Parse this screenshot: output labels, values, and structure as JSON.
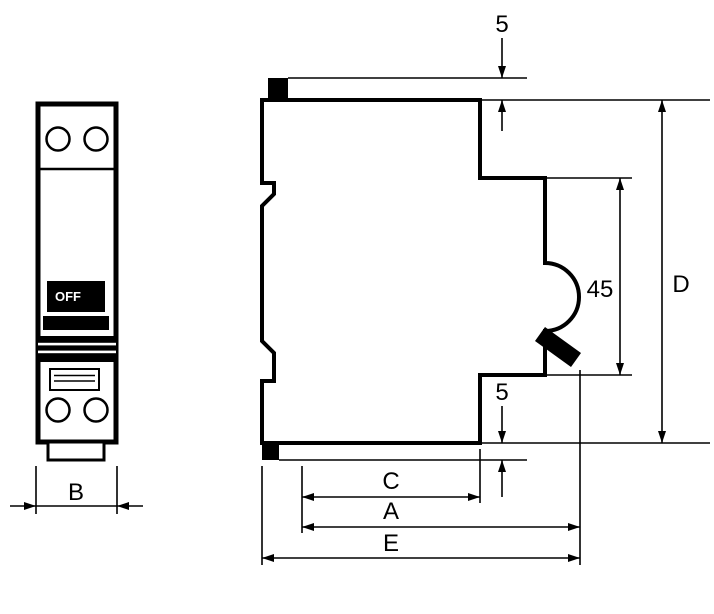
{
  "colors": {
    "ink": "#000000",
    "paper": "#ffffff"
  },
  "views": {
    "front": {
      "toggle_label": "OFF"
    }
  },
  "dimensions": {
    "front_width": {
      "label": "B"
    },
    "top_clamp_offset": {
      "label": "5"
    },
    "recess_height": {
      "label": "45"
    },
    "overall_height": {
      "label": "D"
    },
    "bottom_clamp_offset": {
      "label": "5"
    },
    "body_depth": {
      "label": "C"
    },
    "depth_with_lever": {
      "label": "A"
    },
    "overall_depth": {
      "label": "E"
    }
  }
}
